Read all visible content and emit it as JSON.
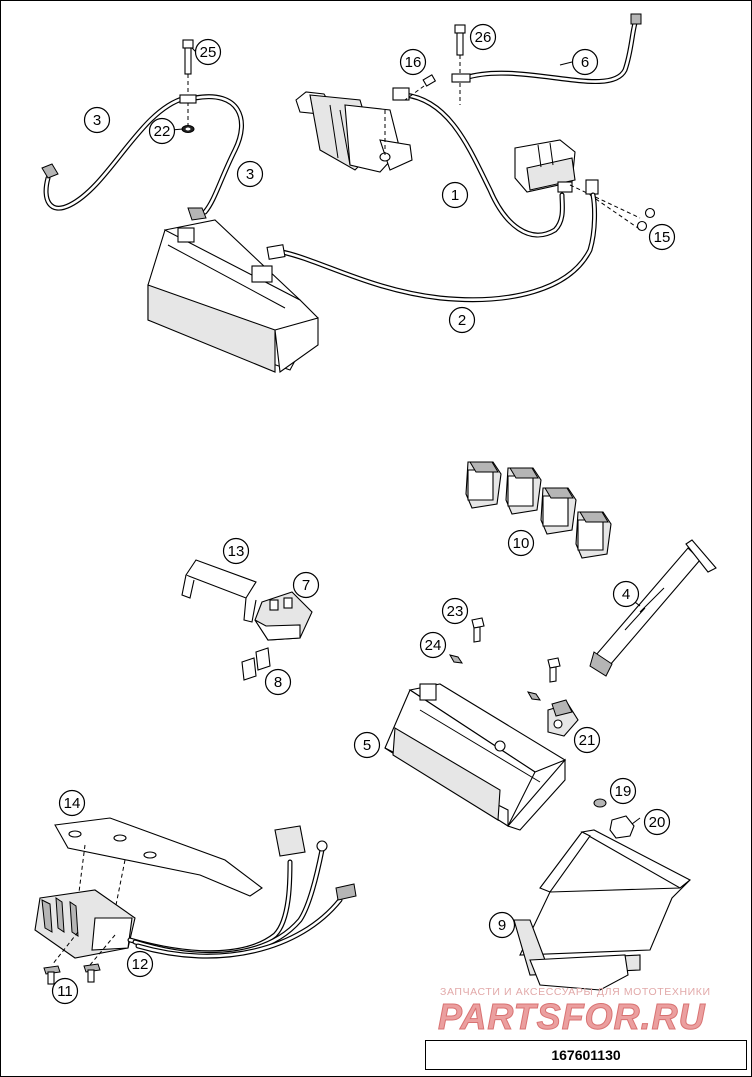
{
  "diagram": {
    "drawing_number": "167601130",
    "watermark": {
      "text_line1": "ЗАПЧАСТИ И АКСЕССУАРЫ ДЛЯ МОТОТЕХНИКИ",
      "logo_text": "PARTSFOR.RU"
    },
    "callouts": [
      {
        "n": "1"
      },
      {
        "n": "2"
      },
      {
        "n": "3"
      },
      {
        "n": "3"
      },
      {
        "n": "4"
      },
      {
        "n": "5"
      },
      {
        "n": "6"
      },
      {
        "n": "7"
      },
      {
        "n": "8"
      },
      {
        "n": "9"
      },
      {
        "n": "10"
      },
      {
        "n": "11"
      },
      {
        "n": "12"
      },
      {
        "n": "13"
      },
      {
        "n": "14"
      },
      {
        "n": "15"
      },
      {
        "n": "16"
      },
      {
        "n": "19"
      },
      {
        "n": "20"
      },
      {
        "n": "21"
      },
      {
        "n": "22"
      },
      {
        "n": "23"
      },
      {
        "n": "24"
      },
      {
        "n": "25"
      },
      {
        "n": "26"
      }
    ]
  }
}
